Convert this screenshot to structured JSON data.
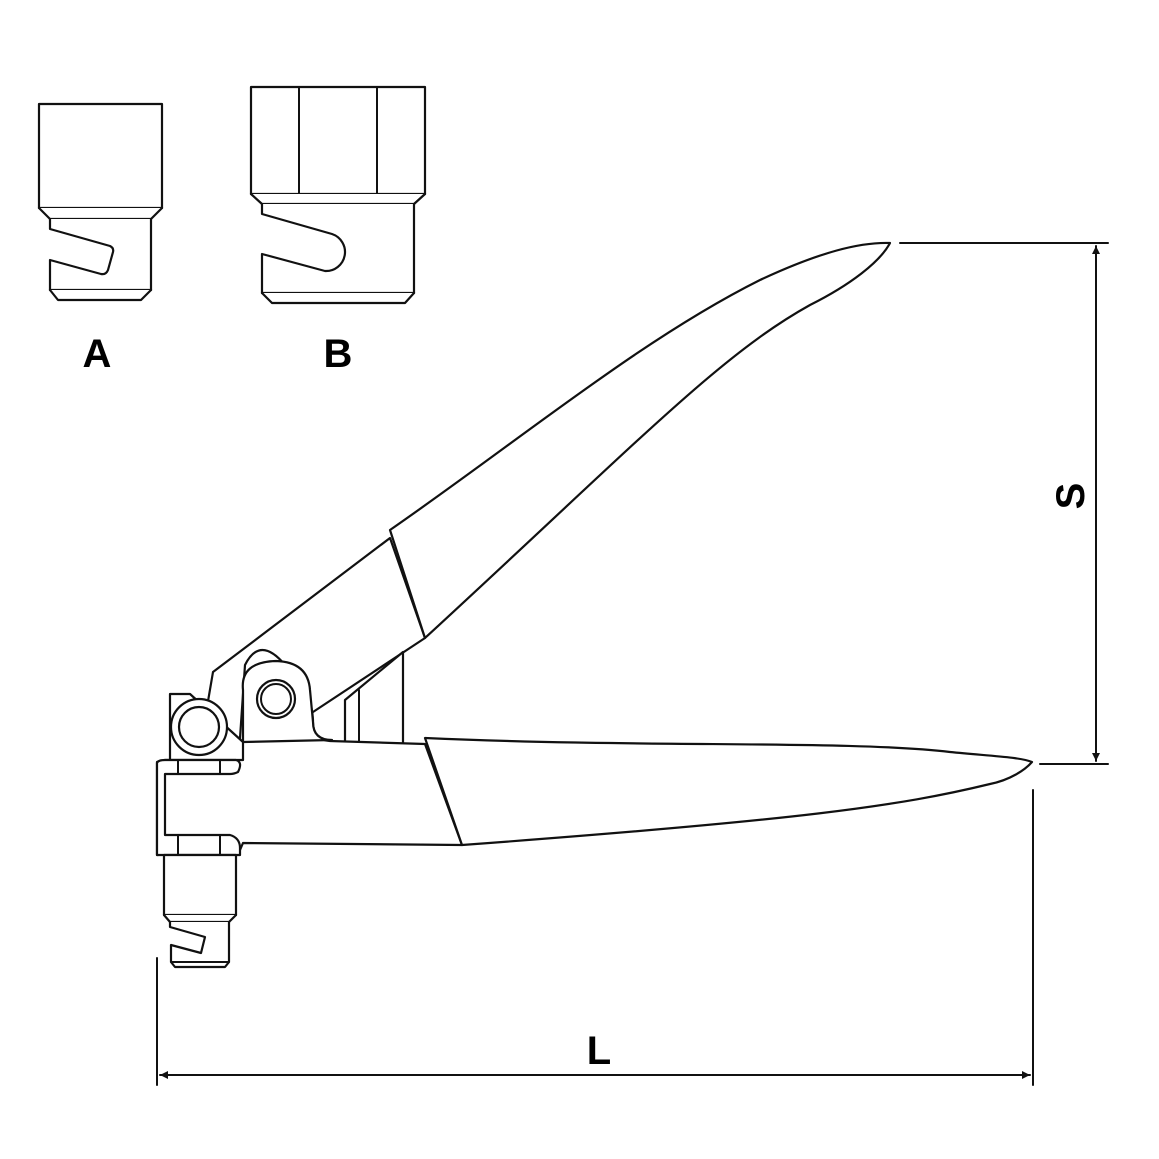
{
  "labels": {
    "part_a": "A",
    "part_b": "B",
    "dimension_s": "S",
    "dimension_l": "L"
  },
  "colors": {
    "line": "#111111",
    "background": "#ffffff"
  }
}
